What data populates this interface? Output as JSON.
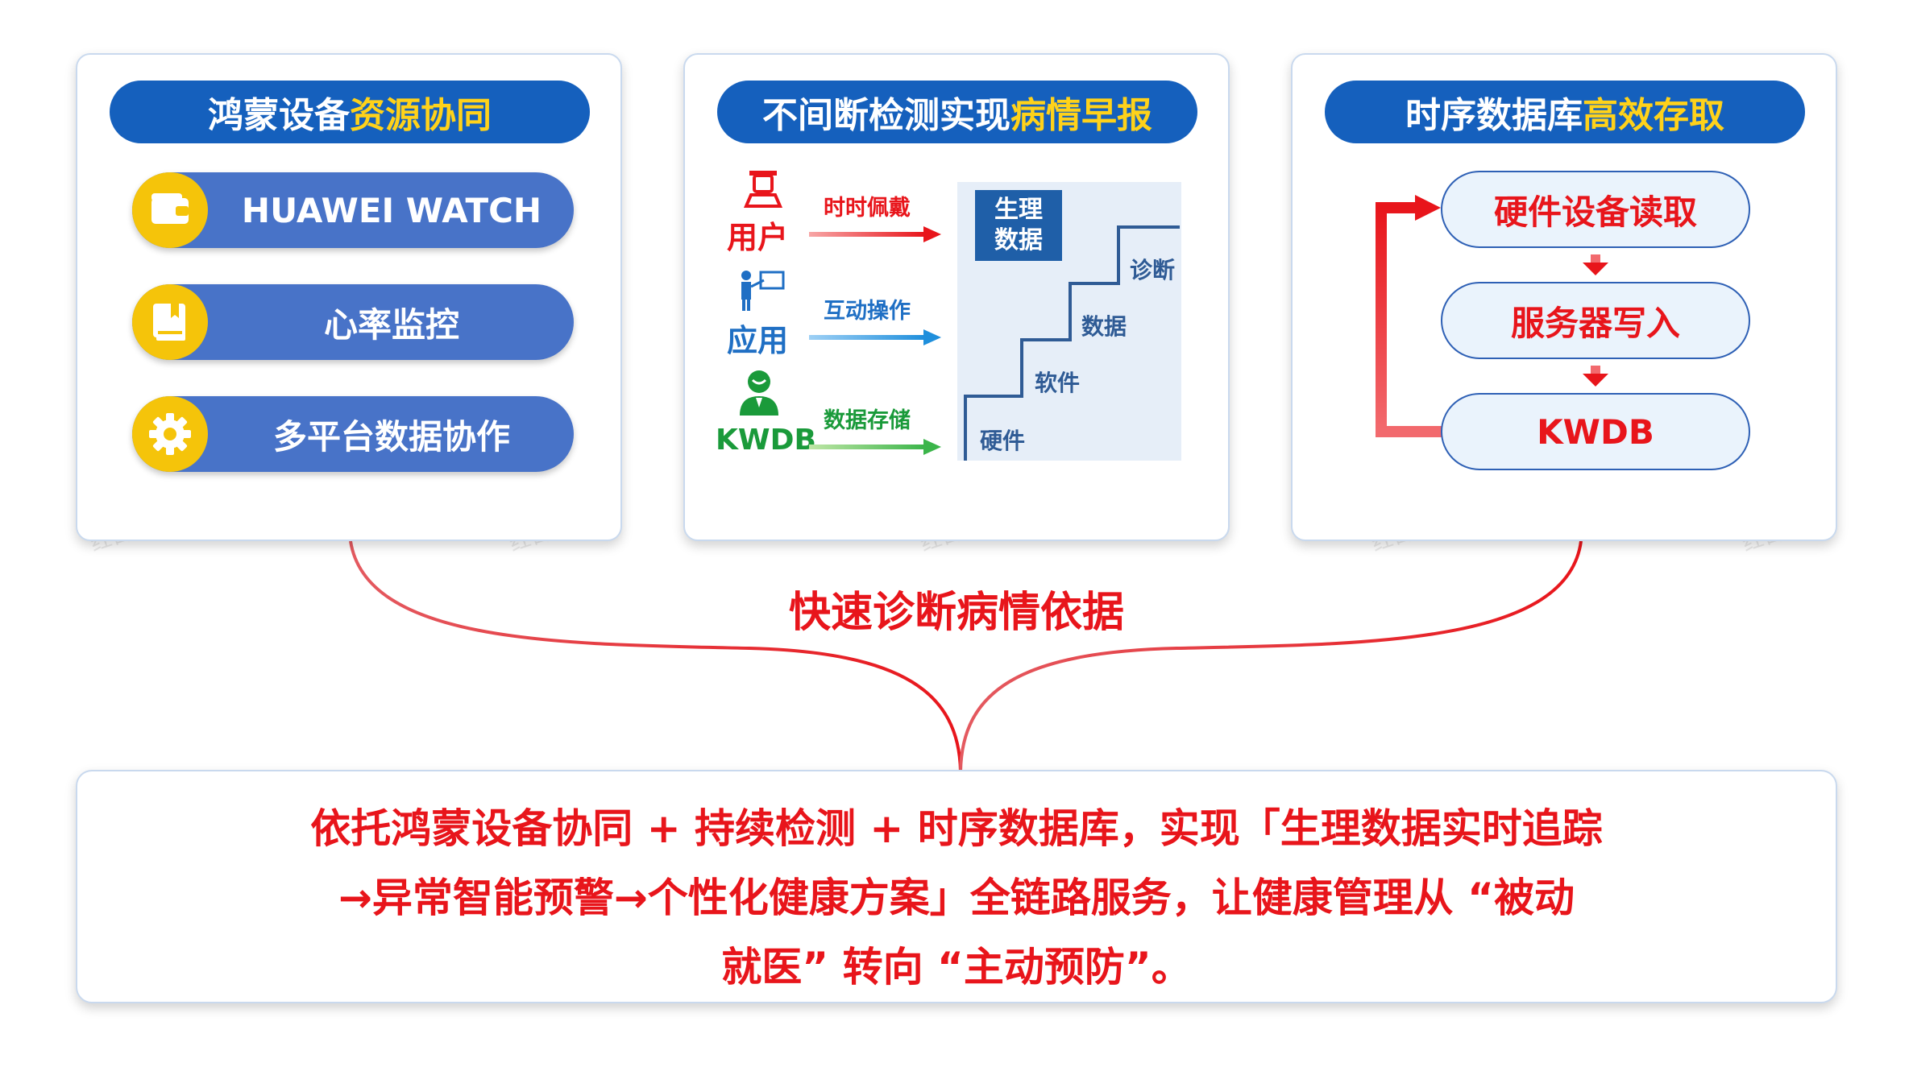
{
  "panel1": {
    "title_main": "鸿蒙设备",
    "title_hl": "资源协同",
    "items": [
      {
        "label": "HUAWEI WATCH",
        "icon": "wallet-icon"
      },
      {
        "label": "心率监控",
        "icon": "book-icon"
      },
      {
        "label": "多平台数据协作",
        "icon": "gear-icon"
      }
    ]
  },
  "panel2": {
    "title_main": "不间断检测实现",
    "title_hl": "病情早报",
    "sources": [
      {
        "label": "用户",
        "color": "#e8151b",
        "icon": "user-icon",
        "arrow_label": "时时佩戴",
        "arrow_color": "#e8151b"
      },
      {
        "label": "应用",
        "color": "#1f6fc4",
        "icon": "presenter-icon",
        "arrow_label": "互动操作",
        "arrow_color": "#1f8fdc"
      },
      {
        "label": "KWDB",
        "color": "#1a9a3a",
        "icon": "person-icon",
        "arrow_label": "数据存储",
        "arrow_color": "#3bb54a"
      }
    ],
    "box_label_1": "生理",
    "box_label_2": "数据",
    "stairs": [
      "硬件",
      "软件",
      "数据",
      "诊断"
    ]
  },
  "panel3": {
    "title_main": "时序数据库",
    "title_hl": "高效存取",
    "steps": [
      "硬件设备读取",
      "服务器写入",
      "KWDB"
    ]
  },
  "center_title": "快速诊断病情依据",
  "summary": {
    "line1": "依托鸿蒙设备协同 + 持续检测 + 时序数据库，实现「生理数据实时追踪",
    "line2": "→异常智能预警→个性化健康方案」全链路服务，让健康管理从 “被动",
    "line3": "就医” 转向 “主动预防”。"
  },
  "watermark": "红目香薰",
  "colors": {
    "header_blue": "#1560bd",
    "highlight_yellow": "#ffd21a",
    "accent_red": "#e8151b",
    "pill_blue": "#4873c8",
    "icon_yellow": "#f5c40a"
  }
}
